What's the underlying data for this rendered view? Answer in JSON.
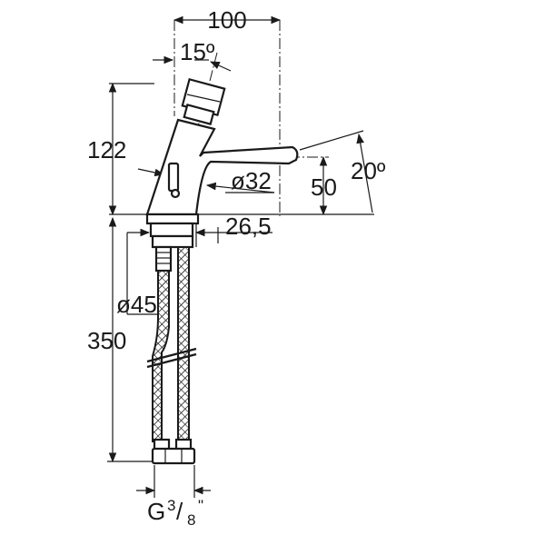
{
  "diagram": {
    "dimensions": {
      "width_top": "100",
      "angle_handle": "15º",
      "height_upper": "122",
      "diameter_spout": "ø32",
      "height_spout": "50",
      "angle_spout": "20º",
      "offset_base": "26,5",
      "diameter_base": "ø45",
      "height_hose": "350",
      "thread_letter": "G",
      "thread_num": "3",
      "thread_sep": "/",
      "thread_den": "8",
      "thread_unit": "\""
    },
    "colors": {
      "line": "#1a1a1a",
      "background": "#ffffff"
    }
  }
}
